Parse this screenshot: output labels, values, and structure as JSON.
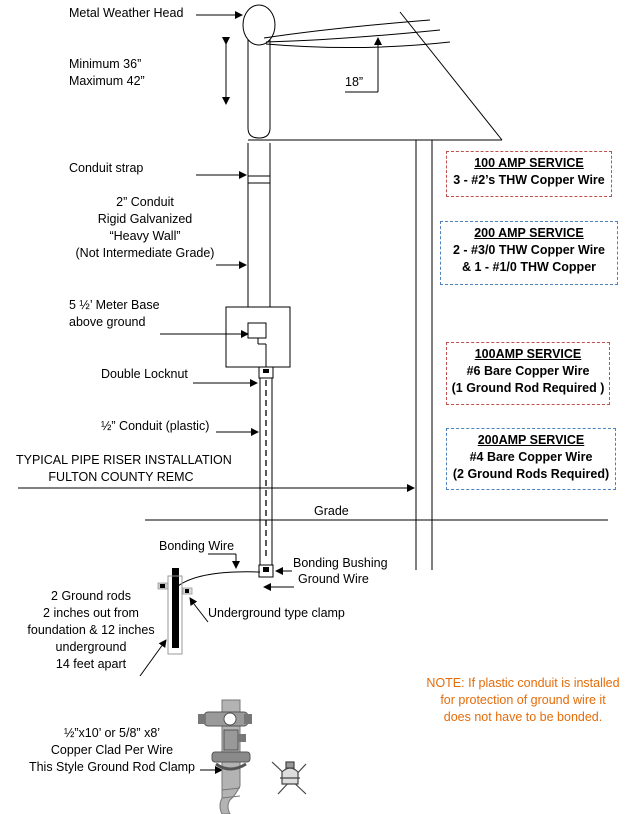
{
  "labels": {
    "weather_head": "Metal Weather Head",
    "min_height": "Minimum  36”",
    "max_height": "Maximum 42”",
    "eighteen": "18”",
    "conduit_strap": "Conduit strap",
    "conduit_2in": [
      "2” Conduit",
      "Rigid Galvanized",
      "“Heavy Wall”",
      "(Not Intermediate Grade)"
    ],
    "meter_base": [
      "5 ½’ Meter Base",
      "above ground"
    ],
    "double_locknut": "Double  Locknut",
    "conduit_half": "½” Conduit (plastic)",
    "typical": [
      "TYPICAL PIPE RISER INSTALLATION",
      "FULTON COUNTY REMC"
    ],
    "grade": "Grade",
    "bonding_wire": "Bonding Wire",
    "bonding_bushing": "Bonding  Bushing",
    "ground_wire": "Ground Wire",
    "ground_rods": [
      "2 Ground rods",
      "2 inches out from",
      "foundation  & 12 inches",
      "underground",
      "14 feet apart"
    ],
    "underground_clamp": "Underground type clamp",
    "rod_spec": [
      "½”x10’ or 5/8” x8’",
      "Copper Clad Per Wire",
      "This Style Ground Rod Clamp"
    ]
  },
  "boxes": [
    {
      "title": "100 AMP SERVICE",
      "lines": [
        "3 - #2’s THW Copper Wire"
      ],
      "color": "#c0504d"
    },
    {
      "title": "200 AMP SERVICE",
      "lines": [
        "2 - #3/0 THW Copper Wire",
        "& 1 - #1/0 THW Copper"
      ],
      "color": "#4f81bd"
    },
    {
      "title": "100AMP SERVICE",
      "lines": [
        "#6 Bare Copper Wire",
        "(1 Ground Rod Required )"
      ],
      "color": "#c0504d"
    },
    {
      "title": "200AMP SERVICE",
      "lines": [
        "#4 Bare Copper Wire",
        "(2 Ground Rods Required)"
      ],
      "color": "#4f81bd"
    }
  ],
  "note": {
    "lines": [
      "NOTE: If plastic conduit  is installed",
      "for protection of ground wire it",
      "does not have to be bonded."
    ],
    "color": "#e46c0a"
  }
}
